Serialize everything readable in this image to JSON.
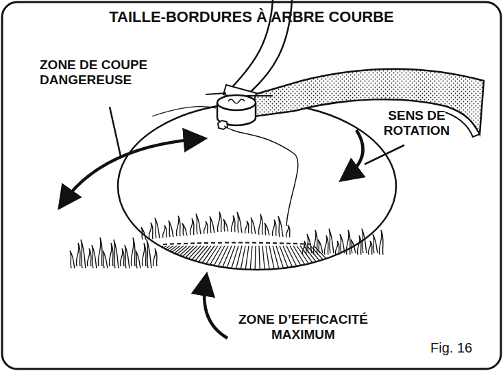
{
  "diagram": {
    "title": "TAILLE-BORDURES À ARBRE COURBE",
    "labels": [
      "ZONE DE COUPE DANGEREUSE",
      "SENS DE ROTATION",
      "ZONE D’EFFICACITÉ MAXIMUM",
      "Fig. 16"
    ]
  }
}
